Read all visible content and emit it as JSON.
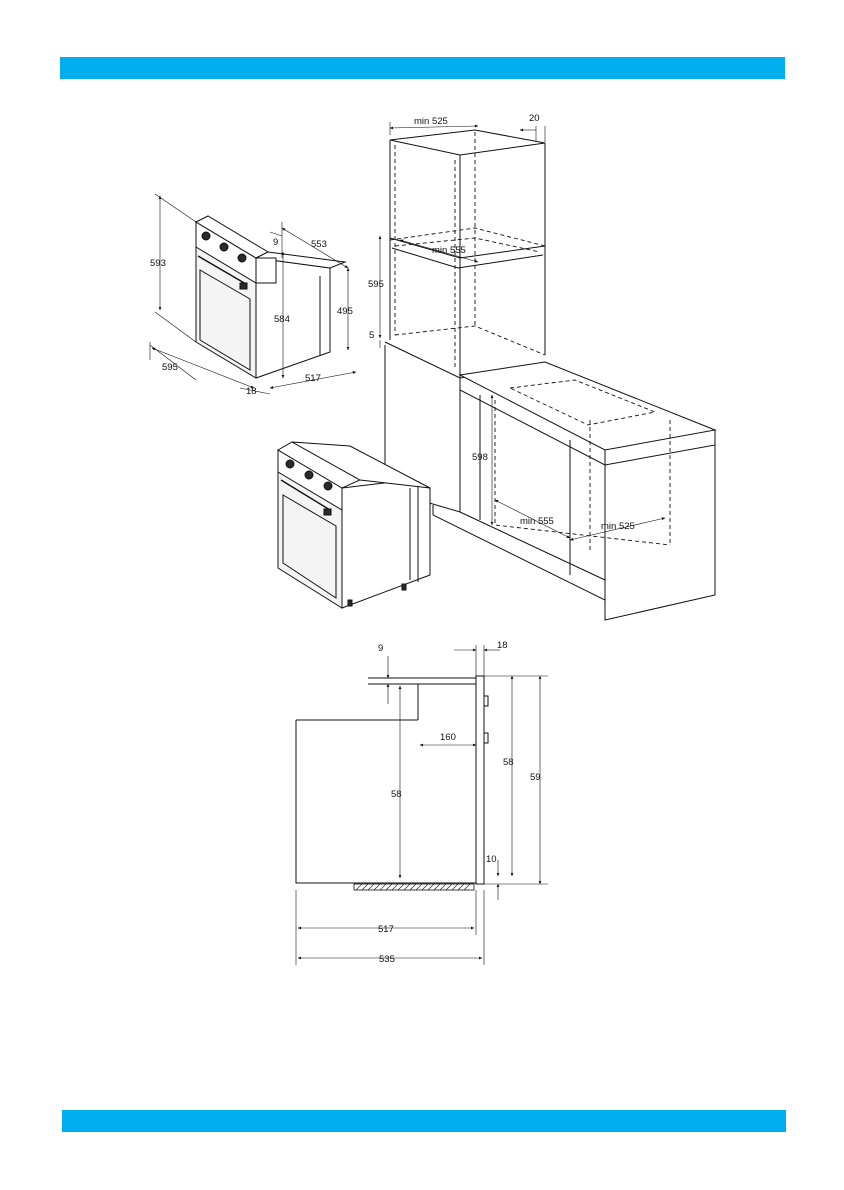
{
  "header_band": {
    "color": "#00adef"
  },
  "footer_band": {
    "color": "#00adef"
  },
  "oven_dimensions": {
    "height": "593",
    "width": "595",
    "depth": "553",
    "body_depth": "517",
    "panel_offset": "9",
    "inner_height": "584",
    "body_height": "495",
    "panel_thickness": "18"
  },
  "cabinet_dimensions": {
    "tall_width_min": "min 525",
    "tall_gap": "20",
    "tall_depth_min": "min 555",
    "tall_niche_height": "595",
    "tall_spacing": "5",
    "under_niche_height": "598",
    "under_depth_min": "min 555",
    "under_width_min": "min 525"
  },
  "side_section": {
    "top_gap": "9",
    "panel": "18",
    "channel": "160",
    "inner_height": "58",
    "front_height": "58",
    "total_height": "59",
    "bottom_gap": "10",
    "body_depth": "517",
    "total_depth": "535"
  }
}
